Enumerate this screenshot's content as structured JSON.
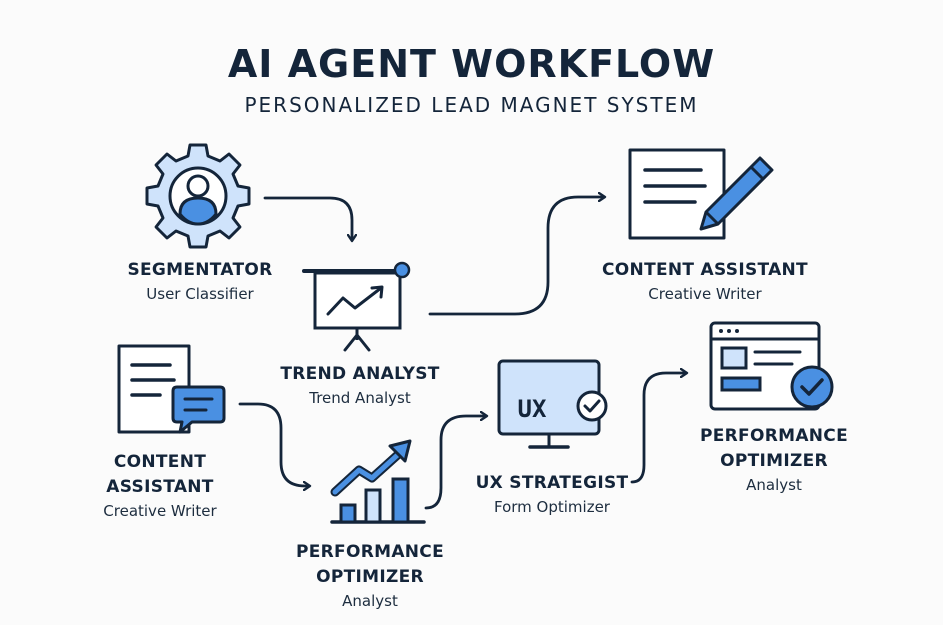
{
  "header": {
    "title": "AI AGENT WORKFLOW",
    "subtitle": "PERSONALIZED LEAD MAGNET SYSTEM"
  },
  "colors": {
    "ink": "#14253a",
    "accent": "#4a90e2",
    "accent_light": "#cfe3fb"
  },
  "nodes": [
    {
      "id": "segmentator",
      "name": "SEGMENTATOR",
      "role": "User Classifier",
      "icon": "gear-user-icon"
    },
    {
      "id": "trend-analyst",
      "name": "TREND ANALYST",
      "role": "Trend Analyst",
      "icon": "presentation-chart-icon"
    },
    {
      "id": "content-assistant-top",
      "name": "CONTENT ASSISTANT",
      "role": "Creative Writer",
      "icon": "document-pencil-icon"
    },
    {
      "id": "content-assistant-left",
      "name_line1": "CONTENT",
      "name_line2": "ASSISTANT",
      "role": "Creative Writer",
      "icon": "document-chat-icon"
    },
    {
      "id": "performance-optimizer-bottom",
      "name_line1": "PERFORMANCE",
      "name_line2": "OPTIMIZER",
      "role": "Analyst",
      "icon": "growth-bar-chart-icon"
    },
    {
      "id": "ux-strategist",
      "name": "UX STRATEGIST",
      "role": "Form Optimizer",
      "icon_text": "UX",
      "icon": "ux-monitor-icon"
    },
    {
      "id": "performance-optimizer-right",
      "name_line1": "PERFORMANCE",
      "name_line2": "OPTIMIZER",
      "role": "Analyst",
      "icon": "browser-check-icon"
    }
  ]
}
